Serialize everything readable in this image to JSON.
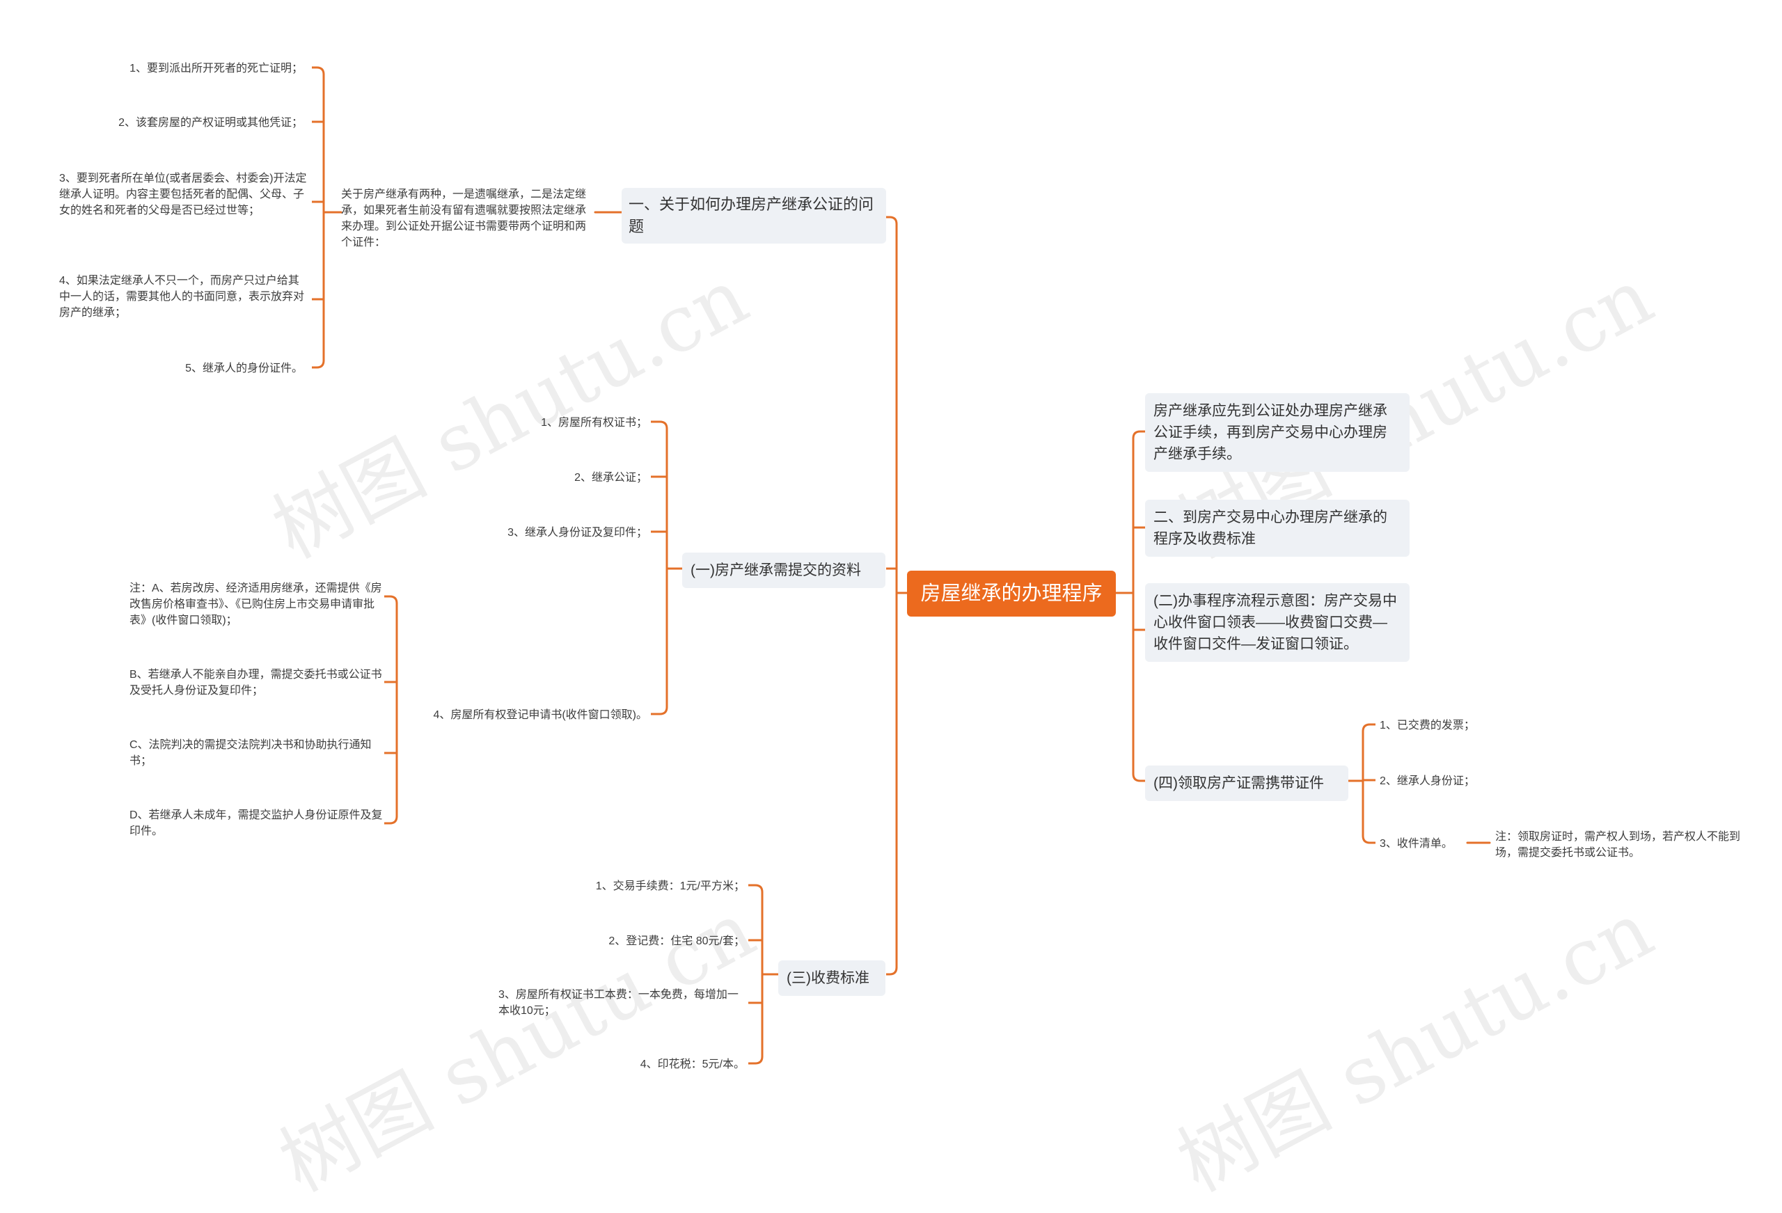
{
  "root": "房屋继承的办理程序",
  "colors": {
    "accent": "#ec6a1e",
    "box_bg": "#eef1f5",
    "line": "#e4712a"
  },
  "left": {
    "b1": {
      "title": "一、关于如何办理房产继承公证的问题",
      "desc": "关于房产继承有两种，一是遗嘱继承，二是法定继承，如果死者生前没有留有遗嘱就要按照法定继承来办理。到公证处开据公证书需要带两个证明和两个证件：",
      "items": [
        "1、要到派出所开死者的死亡证明；",
        "2、该套房屋的产权证明或其他凭证；",
        "3、要到死者所在单位(或者居委会、村委会)开法定继承人证明。内容主要包括死者的配偶、父母、子女的姓名和死者的父母是否已经过世等；",
        "4、如果法定继承人不只一个，而房产只过户给其中一人的话，需要其他人的书面同意，表示放弃对房产的继承；",
        "5、继承人的身份证件。"
      ]
    },
    "b2": {
      "title": "(一)房产继承需提交的资料",
      "items": [
        "1、房屋所有权证书；",
        "2、继承公证；",
        "3、继承人身份证及复印件；",
        "4、房屋所有权登记申请书(收件窗口领取)。"
      ],
      "notes": [
        "注：A、若房改房、经济适用房继承，还需提供《房改售房价格审查书》、《已购住房上市交易申请审批表》(收件窗口领取)；",
        "B、若继承人不能亲自办理，需提交委托书或公证书及受托人身份证及复印件；",
        "C、法院判决的需提交法院判决书和协助执行通知书；",
        "D、若继承人未成年，需提交监护人身份证原件及复印件。"
      ]
    },
    "b3": {
      "title": "(三)收费标准",
      "items": [
        "1、交易手续费：1元/平方米；",
        "2、登记费：住宅 80元/套；",
        "3、房屋所有权证书工本费：一本免费，每增加一本收10元；",
        "4、印花税：5元/本。"
      ]
    }
  },
  "right": {
    "r1": "房产继承应先到公证处办理房产继承公证手续，再到房产交易中心办理房产继承手续。",
    "r2": "二、到房产交易中心办理房产继承的程序及收费标准",
    "r3": "(二)办事程序流程示意图：房产交易中心收件窗口领表——收费窗口交费—收件窗口交件—发证窗口领证。",
    "r4": {
      "title": "(四)领取房产证需携带证件",
      "items": [
        "1、已交费的发票；",
        "2、继承人身份证；",
        "3、收件清单。"
      ],
      "note": "注：领取房证时，需产权人到场，若产权人不能到场，需提交委托书或公证书。"
    }
  },
  "watermark": "树图 shutu.cn"
}
